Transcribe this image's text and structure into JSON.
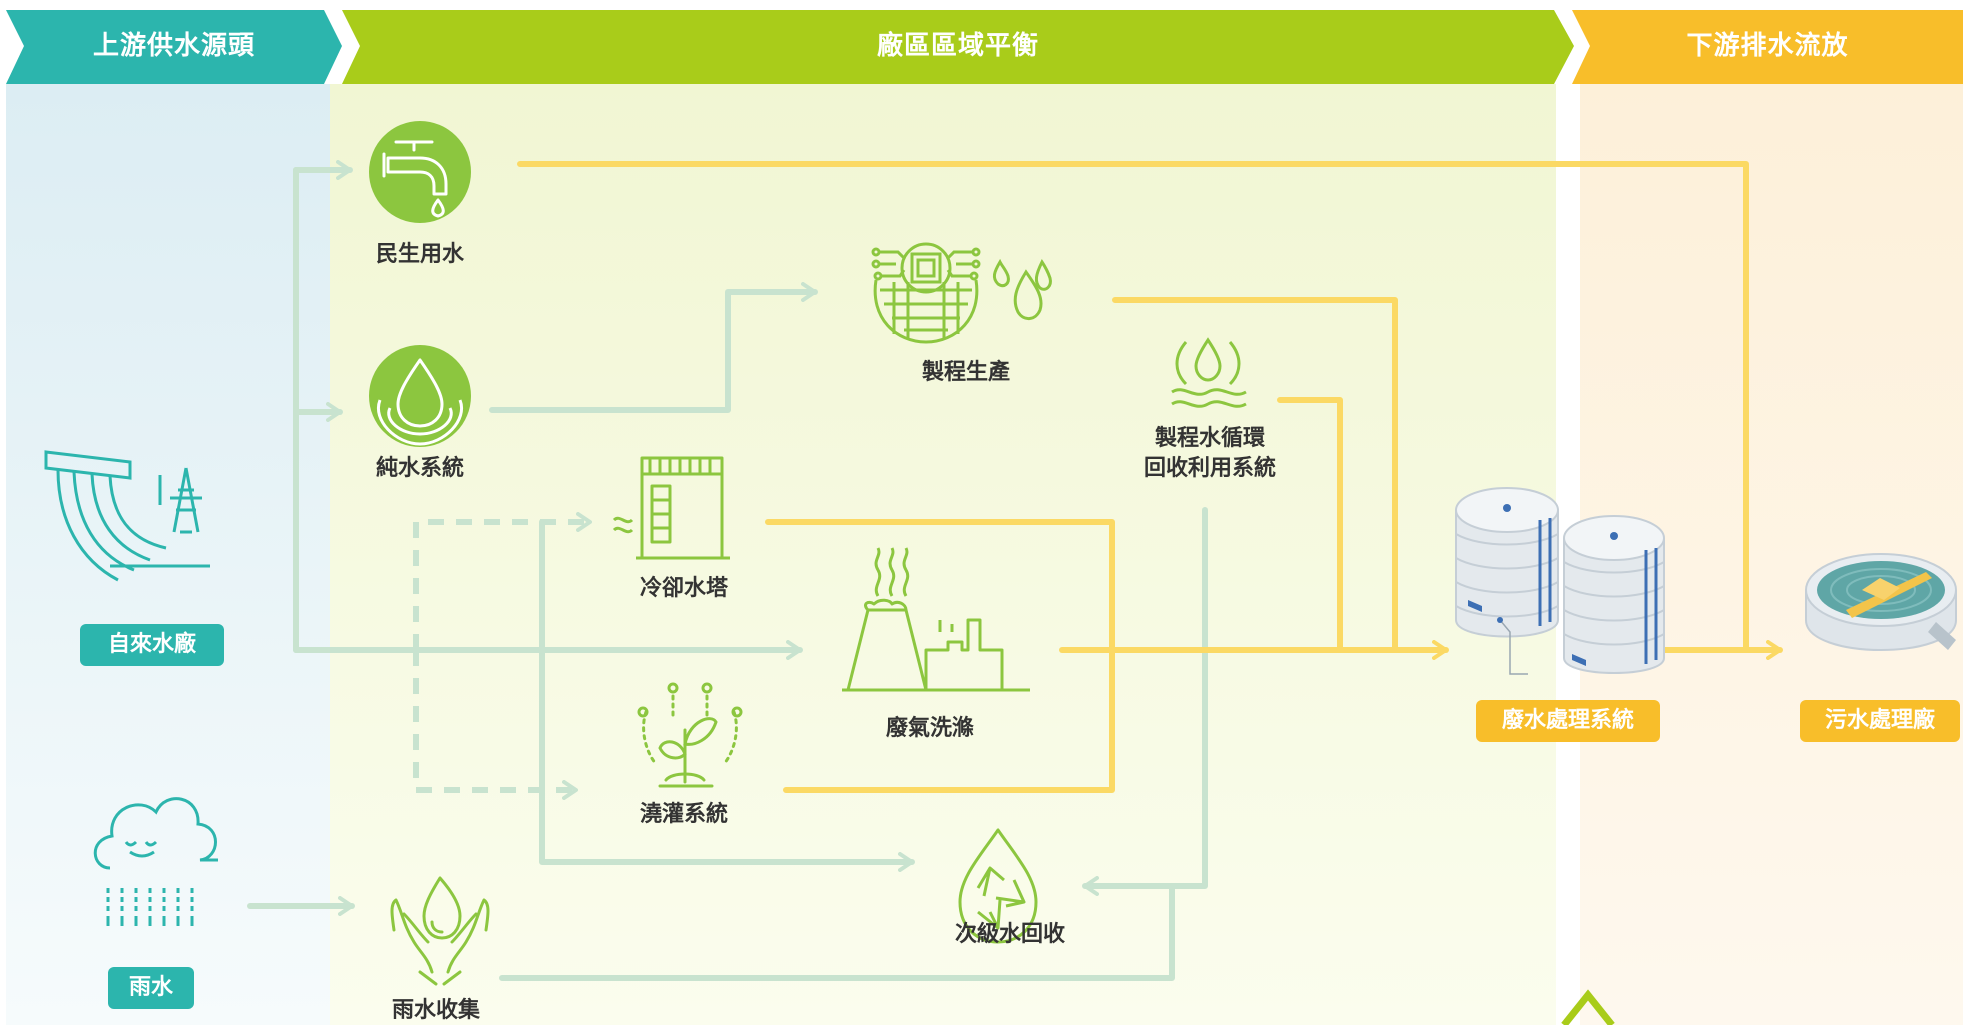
{
  "headers": {
    "upstream": "上游供水源頭",
    "plant": "廠區區域平衡",
    "downstream": "下游排水流放"
  },
  "sources": {
    "tap_water_plant": "自來水廠",
    "rain": "雨水"
  },
  "nodes": {
    "domestic_water": "民生用水",
    "pure_water": "純水系統",
    "cooling_tower": "冷卻水塔",
    "irrigation": "澆灌系統",
    "rain_collection": "雨水收集",
    "process_production": "製程生產",
    "waste_gas_scrubbing": "廢氣洗滌",
    "process_water_recycle_line1": "製程水循環",
    "process_water_recycle_line2": "回收利用系統",
    "secondary_water_recycle": "次級水回收",
    "wastewater_treatment": "廢水處理系統",
    "sewage_plant": "污水處理廠"
  },
  "colors": {
    "teal": "#2cb5ad",
    "green": "#a9cc1a",
    "yellow": "#f8be2a",
    "pale_green_line": "#c8e3cf",
    "yellow_line": "#fbd964",
    "icon_green": "#8cc63f"
  },
  "icons": {
    "dam": "dam-icon",
    "cloud_rain": "rain-cloud-icon",
    "faucet": "faucet-icon",
    "droplet": "water-drop-icon",
    "tower": "cooling-tower-icon",
    "plant": "sprout-icon",
    "hands": "hands-water-icon",
    "chip": "chip-wafer-icon",
    "factory": "factory-icon",
    "waves": "water-wave-icon",
    "recycle": "recycle-drop-icon",
    "tanks": "storage-tank-icon",
    "clarifier": "clarifier-icon"
  }
}
